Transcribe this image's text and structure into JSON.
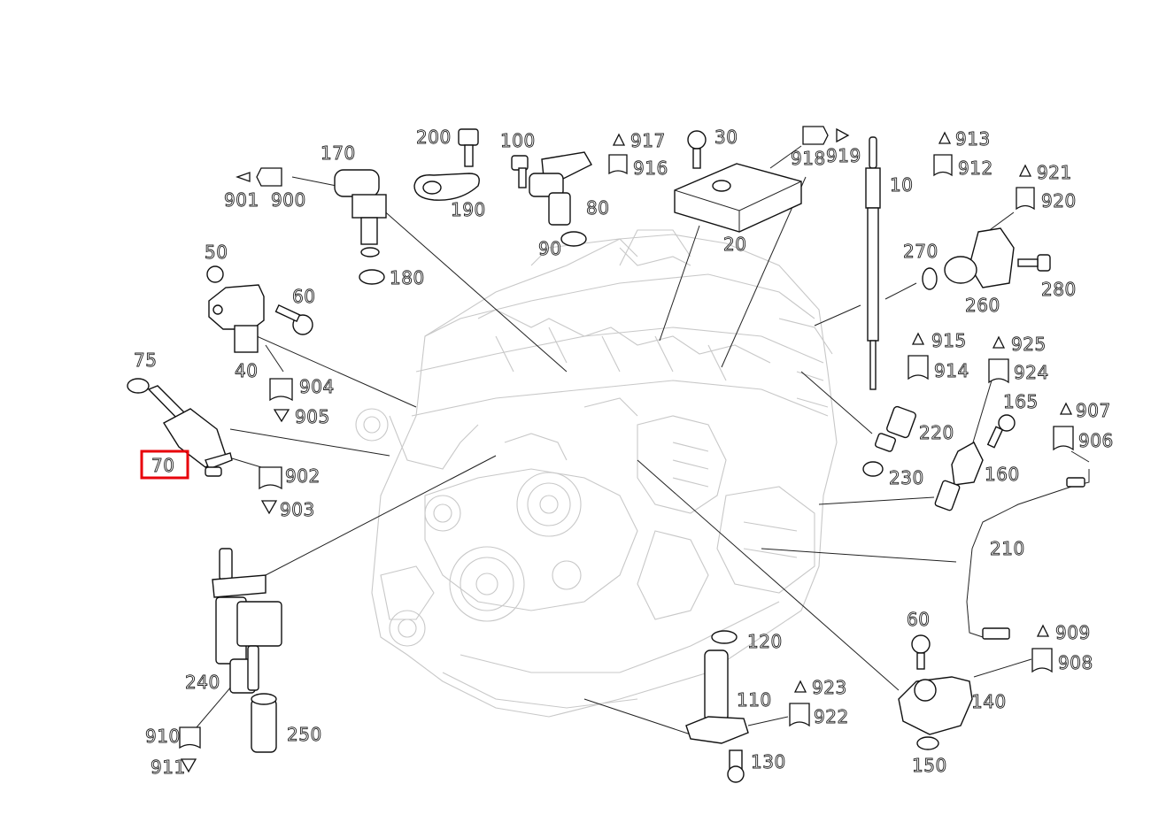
{
  "highlight_color": "#e8000b",
  "highlighted_part": "70",
  "parts": [
    {
      "id": "p200",
      "text": "200"
    },
    {
      "id": "p100",
      "text": "100"
    },
    {
      "id": "p917",
      "text": "917"
    },
    {
      "id": "p30",
      "text": "30"
    },
    {
      "id": "p918",
      "text": "918"
    },
    {
      "id": "p919",
      "text": "919"
    },
    {
      "id": "p913",
      "text": "913"
    },
    {
      "id": "p170",
      "text": "170"
    },
    {
      "id": "p916",
      "text": "916"
    },
    {
      "id": "p912",
      "text": "912"
    },
    {
      "id": "p921",
      "text": "921"
    },
    {
      "id": "p901",
      "text": "901"
    },
    {
      "id": "p900",
      "text": "900"
    },
    {
      "id": "p190",
      "text": "190"
    },
    {
      "id": "p80",
      "text": "80"
    },
    {
      "id": "p10",
      "text": "10"
    },
    {
      "id": "p920",
      "text": "920"
    },
    {
      "id": "p20",
      "text": "20"
    },
    {
      "id": "p90",
      "text": "90"
    },
    {
      "id": "p270",
      "text": "270"
    },
    {
      "id": "p50",
      "text": "50"
    },
    {
      "id": "p180",
      "text": "180"
    },
    {
      "id": "p280",
      "text": "280"
    },
    {
      "id": "p60a",
      "text": "60"
    },
    {
      "id": "p260",
      "text": "260"
    },
    {
      "id": "p75",
      "text": "75"
    },
    {
      "id": "p915",
      "text": "915"
    },
    {
      "id": "p925",
      "text": "925"
    },
    {
      "id": "p40",
      "text": "40"
    },
    {
      "id": "p914",
      "text": "914"
    },
    {
      "id": "p924",
      "text": "924"
    },
    {
      "id": "p904",
      "text": "904"
    },
    {
      "id": "p165",
      "text": "165"
    },
    {
      "id": "p907",
      "text": "907"
    },
    {
      "id": "p905",
      "text": "905"
    },
    {
      "id": "p220",
      "text": "220"
    },
    {
      "id": "p906",
      "text": "906"
    },
    {
      "id": "p70",
      "text": "70"
    },
    {
      "id": "p902",
      "text": "902"
    },
    {
      "id": "p160",
      "text": "160"
    },
    {
      "id": "p230",
      "text": "230"
    },
    {
      "id": "p903",
      "text": "903"
    },
    {
      "id": "p210",
      "text": "210"
    },
    {
      "id": "p60b",
      "text": "60"
    },
    {
      "id": "p909",
      "text": "909"
    },
    {
      "id": "p120",
      "text": "120"
    },
    {
      "id": "p908",
      "text": "908"
    },
    {
      "id": "p240",
      "text": "240"
    },
    {
      "id": "p923",
      "text": "923"
    },
    {
      "id": "p110",
      "text": "110"
    },
    {
      "id": "p140",
      "text": "140"
    },
    {
      "id": "p922",
      "text": "922"
    },
    {
      "id": "p910",
      "text": "910"
    },
    {
      "id": "p250",
      "text": "250"
    },
    {
      "id": "p130",
      "text": "130"
    },
    {
      "id": "p150",
      "text": "150"
    },
    {
      "id": "p911",
      "text": "911"
    }
  ]
}
